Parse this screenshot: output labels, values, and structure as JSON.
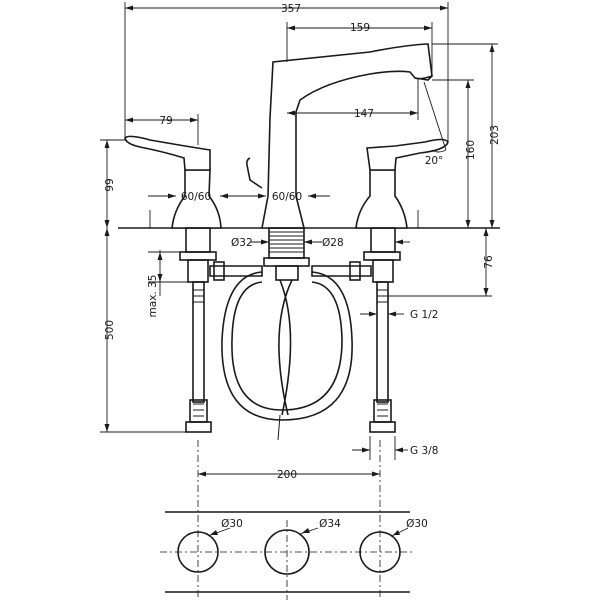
{
  "dimensions": {
    "overall_width": "357",
    "spout_reach": "159",
    "spout_outlet": "147",
    "handle_reach": "79",
    "handle_height": "99",
    "height_total": "203",
    "height_spout": "160",
    "angle": "20°",
    "deck_left": "60/60",
    "deck_right": "60/60",
    "d_32": "Ø32",
    "d_28": "Ø28",
    "max_35": "max. 35",
    "hose_length": "500",
    "depth_76": "76",
    "thread_g12": "G 1/2",
    "thread_g38": "G 3/8",
    "center_spacing": "200",
    "hole_left": "Ø30",
    "hole_center": "Ø34",
    "hole_right": "Ø30"
  },
  "colors": {
    "line": "#1a1a1a",
    "background": "#ffffff"
  }
}
